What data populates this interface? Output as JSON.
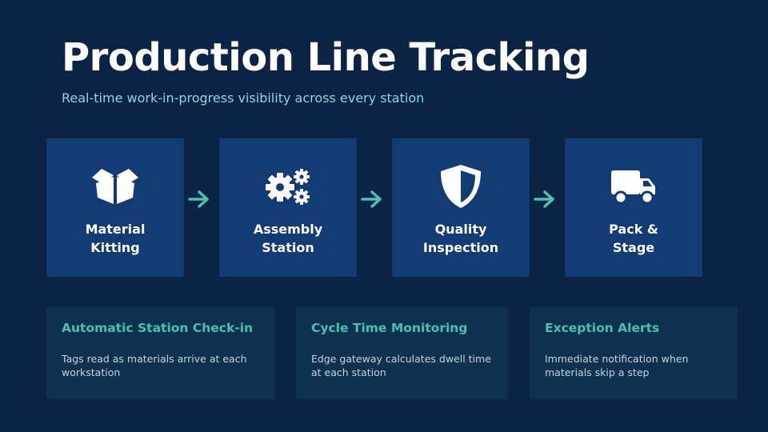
{
  "title": "Production Line Tracking",
  "subtitle": "Real-time work-in-progress visibility across every station",
  "colors": {
    "background": "#0b2344",
    "station": "#133b74",
    "card": "#0e3150",
    "accent": "#48c1b1",
    "subtitle": "#8fd3e6"
  },
  "stations": [
    {
      "label_line1": "Material",
      "label_line2": "Kitting",
      "icon": "box-open-icon"
    },
    {
      "label_line1": "Assembly",
      "label_line2": "Station",
      "icon": "gears-icon"
    },
    {
      "label_line1": "Quality",
      "label_line2": "Inspection",
      "icon": "shield-icon"
    },
    {
      "label_line1": "Pack &",
      "label_line2": "Stage",
      "icon": "truck-icon"
    }
  ],
  "cards": [
    {
      "title": "Automatic Station Check-in",
      "desc": "Tags read as materials arrive at each workstation"
    },
    {
      "title": "Cycle Time Monitoring",
      "desc": "Edge gateway calculates dwell time at each station"
    },
    {
      "title": "Exception Alerts",
      "desc": "Immediate notification when materials skip a step"
    }
  ]
}
